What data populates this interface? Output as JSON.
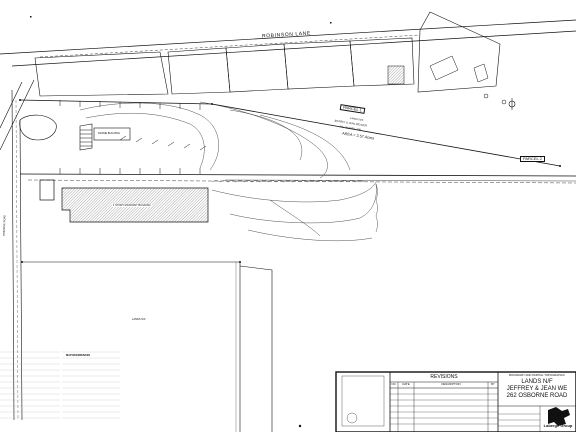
{
  "road": {
    "name": "ROBINSON LANE"
  },
  "parcels": {
    "parcel1": "PARCEL 1",
    "parcel2": "PARCEL 2",
    "owner_line1": "LANDS N/F",
    "owner_line2": "JEFFREY & JEAN WEAVER",
    "deed_ref": "BK. 2823 PG. 208",
    "area": "AREA = 2.57 Acres"
  },
  "plan_labels": {
    "building": "1 STORY MASONRY BUILDING",
    "frame_building": "FRAME BUILDING",
    "lands_nf": "LANDS N/F",
    "osborne_road": "OSBORNE ROAD"
  },
  "notes": {
    "left_heading": "",
    "right_heading": "MAP REFERENCES"
  },
  "revisions": {
    "title": "REVISIONS",
    "col_no": "NO.",
    "col_date": "DATE",
    "col_desc": "DESCRIPTION",
    "col_by": "BY"
  },
  "title_block": {
    "heading": "BOUNDARY AND PARTIAL TOPOGRAPHIC",
    "line1": "LANDS N/F",
    "line2": "JEFFREY & JEAN WE",
    "line3": "262 OSBORNE ROAD",
    "company": "Laberge Group"
  },
  "colors": {
    "ink": "#111111",
    "paper": "#ffffff",
    "hatch": "#555555"
  }
}
